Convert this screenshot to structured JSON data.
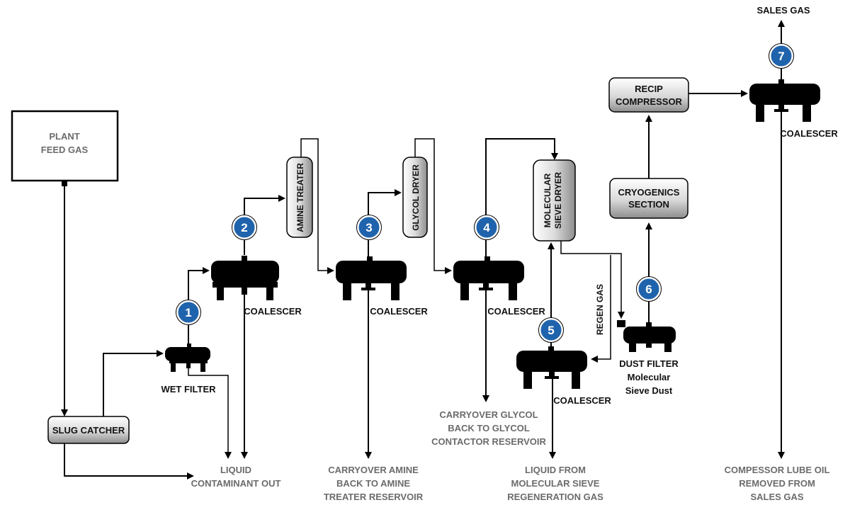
{
  "plant_feed": [
    "PLANT",
    "FEED GAS"
  ],
  "slug_catcher": "SLUG CATCHER",
  "wet_filter": "WET FILTER",
  "amine_treater": "AMINE TREATER",
  "glycol_dryer": "GLYCOL DRYER",
  "mol_sieve": [
    "MOLECULAR",
    "SIEVE DRYER"
  ],
  "recip": [
    "RECIP",
    "COMPRESSOR"
  ],
  "cryo": [
    "CRYOGENICS",
    "SECTION"
  ],
  "coalescer": "COALESCER",
  "sales_gas": "SALES GAS",
  "regen_gas": "REGEN GAS",
  "dust_filter": [
    "DUST FILTER",
    "Molecular",
    "Sieve Dust"
  ],
  "outputs": {
    "liquid_contaminant": [
      "LIQUID",
      "CONTAMINANT OUT"
    ],
    "amine_carryover": [
      "CARRYOVER AMINE",
      "BACK TO AMINE",
      "TREATER RESERVOIR"
    ],
    "glycol_carryover": [
      "CARRYOVER GLYCOL",
      "BACK TO GLYCOL",
      "CONTACTOR RESERVOIR"
    ],
    "mol_sieve_liquid": [
      "LIQUID FROM",
      "MOLECULAR SIEVE",
      "REGENERATION GAS"
    ],
    "lube_oil": [
      "COMPESSOR LUBE OIL",
      "REMOVED FROM",
      "SALES GAS"
    ]
  },
  "badges": [
    "1",
    "2",
    "3",
    "4",
    "5",
    "6",
    "7"
  ],
  "colors": {
    "badge": "#1f63ad",
    "badge_ring": "#ffffff",
    "vessel": "#000000",
    "label_grey": "#6b6b6b"
  }
}
